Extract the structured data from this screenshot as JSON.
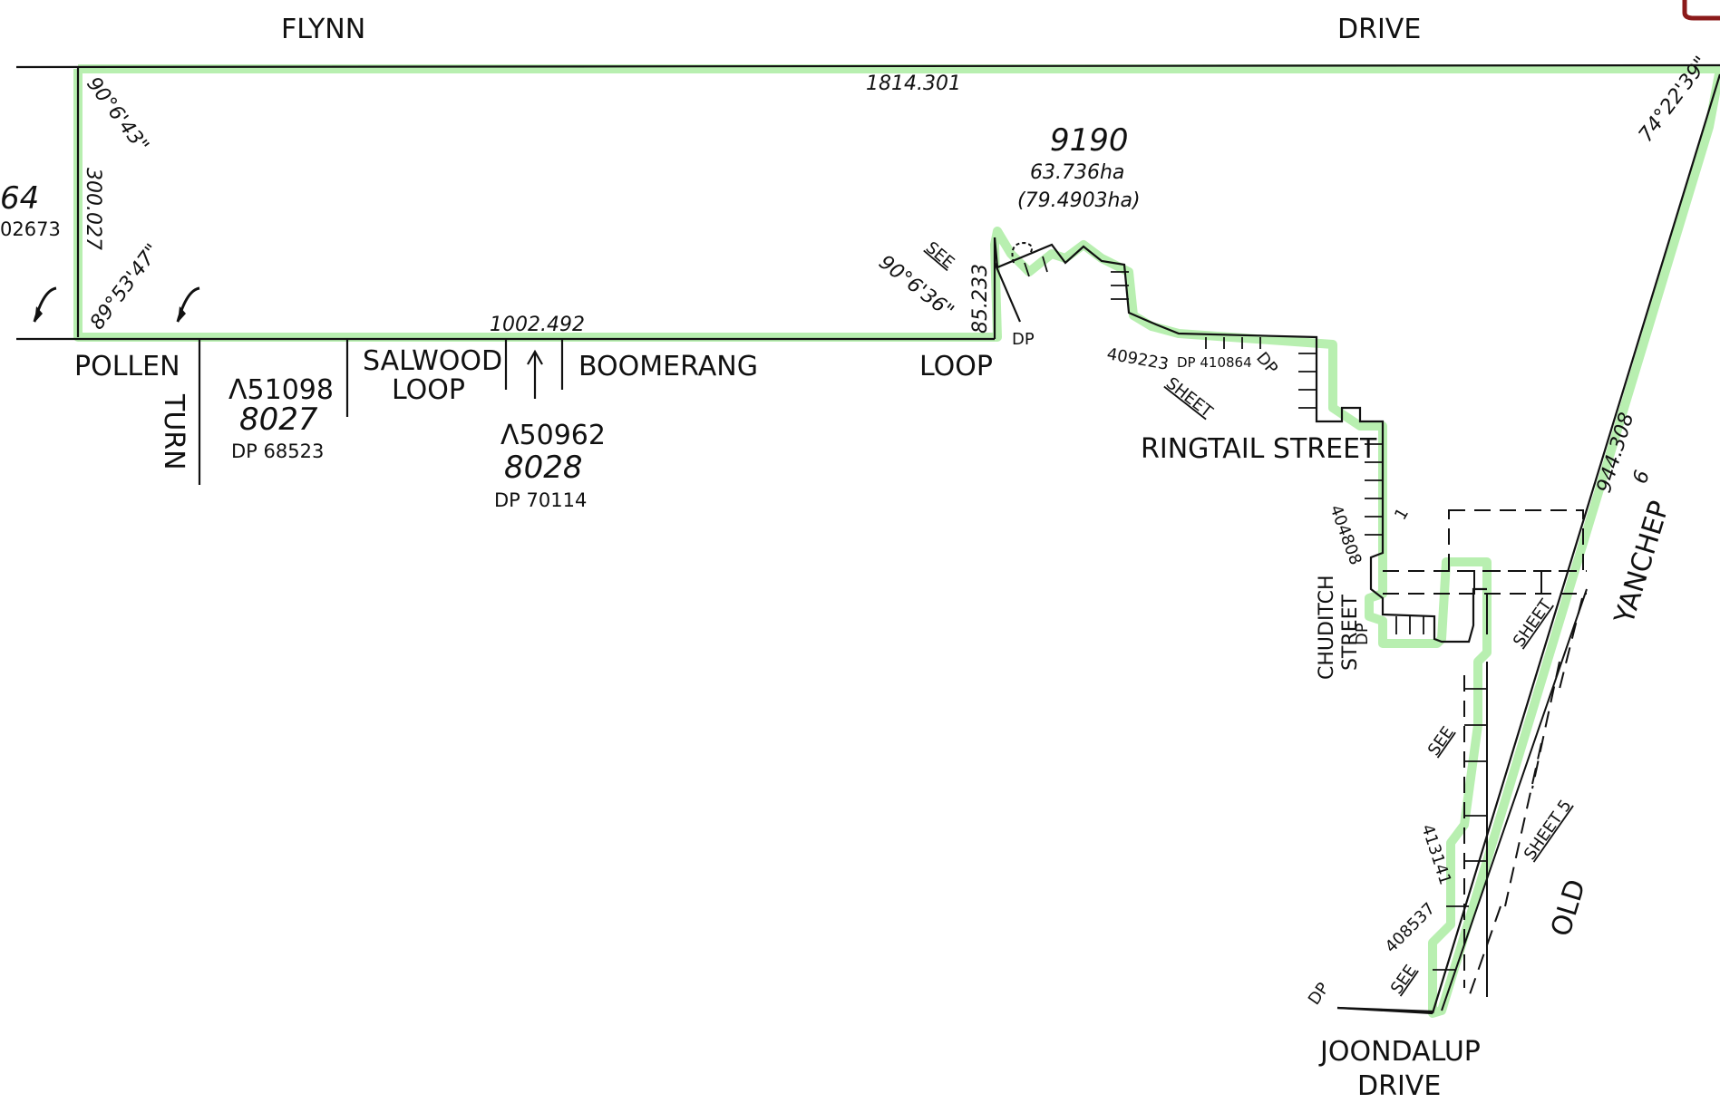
{
  "roads": {
    "flynn": "FLYNN",
    "drive_top": "DRIVE",
    "pollen": "POLLEN",
    "turn": "TURN",
    "salwood_1": "SALWOOD",
    "salwood_2": "LOOP",
    "boomerang": "BOOMERANG",
    "loop": "LOOP",
    "ringtail": "RINGTAIL STREET",
    "chuditch_1": "CHUDITCH",
    "chuditch_2": "STREET",
    "yanchep": "YANCHEP",
    "old": "OLD",
    "joondalup_1": "JOONDALUP",
    "joondalup_2": "DRIVE"
  },
  "main_lot": {
    "number": "9190",
    "area": "63.736ha",
    "area_total": "(79.4903ha)"
  },
  "lot_8027": {
    "ref": "Λ51098",
    "number": "8027",
    "dp": "DP 68523"
  },
  "lot_8028": {
    "ref": "Λ50962",
    "number": "8028",
    "dp": "DP 70114"
  },
  "left_partial": {
    "number": "64",
    "dp": "02673"
  },
  "dimensions": {
    "top": "1814.301",
    "left": "300.027",
    "bottom": "1002.492",
    "short": "85.233",
    "east": "944.308",
    "ang_tl": "90°6'43\"",
    "ang_bl": "89°53'47\"",
    "ang_notch": "90°6'36\"",
    "ang_tr": "74°22'39\"",
    "east_tick": "6"
  },
  "plan_refs": {
    "see1": "SEE",
    "dp1": "DP",
    "dp_409223": "409223",
    "dp_410864": "DP 410864",
    "dp_small": "DP",
    "sheet1": "SHEET",
    "dp_404808": "404808",
    "mark_1": "1",
    "dp2": "DP",
    "sheet2": "SHEET",
    "see2": "SEE",
    "dp_413141": "413141",
    "sheet5": "SHEET 5",
    "dp_408537": "408537",
    "see3": "SEE",
    "dp3": "DP"
  },
  "colors": {
    "boundary_highlight": "#b8efb0",
    "line": "#111111",
    "corner_mark": "#8b1a1a"
  }
}
